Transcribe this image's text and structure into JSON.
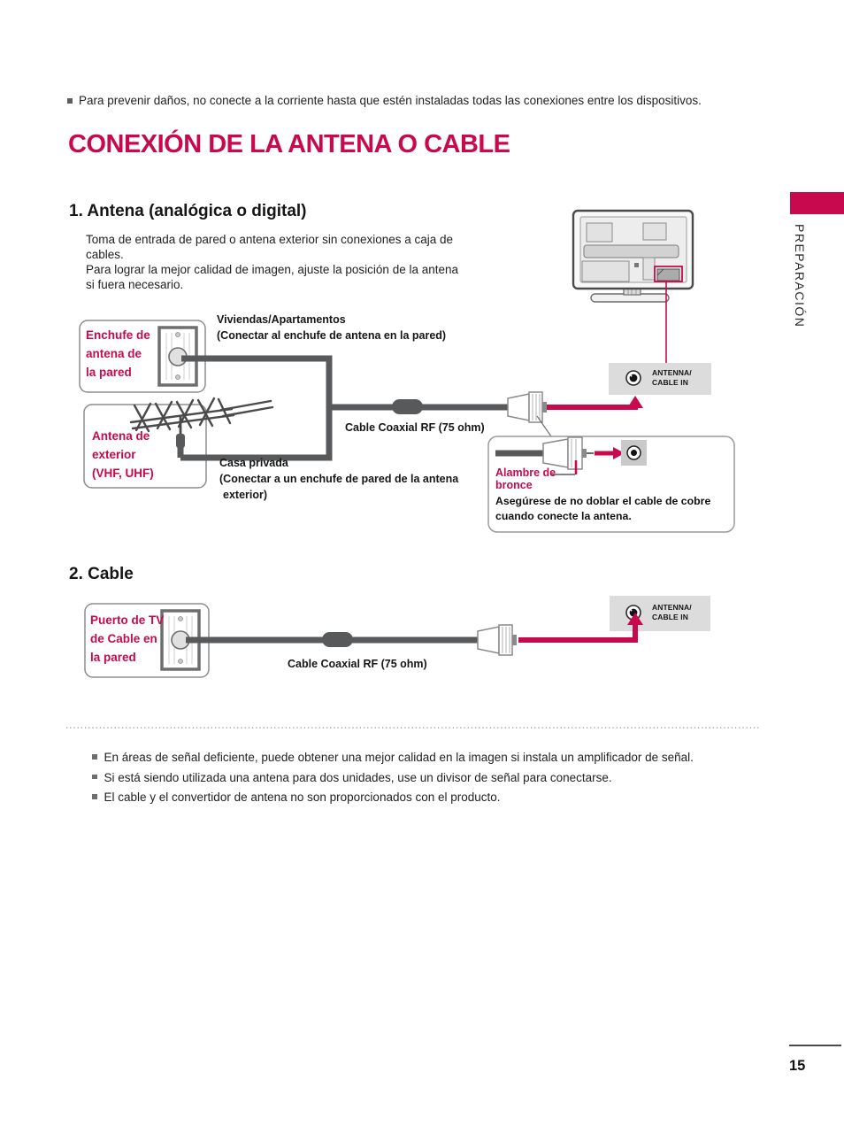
{
  "colors": {
    "accent": "#C8094D",
    "cable_gray": "#58595B",
    "panel_gray": "#DCDCDC"
  },
  "header": {
    "warning": "Para prevenir daños, no conecte a la corriente hasta que estén instaladas todas las conexiones entre los dispositivos.",
    "title": "CONEXIÓN DE LA ANTENA O CABLE",
    "sidebar_label": "PREPARACIÓN"
  },
  "section1": {
    "heading": "1. Antena (analógica o digital)",
    "paragraph1": "Toma de entrada de pared o antena exterior sin conexiones a caja de cables.",
    "paragraph2": "Para lograr la mejor calidad de imagen, ajuste la posición de la antena si fuera necesario.",
    "wall_outlet_label_lines": [
      "Enchufe de",
      "antena de",
      "la pared"
    ],
    "antenna_label_lines": [
      "Antena de",
      "exterior",
      "(VHF, UHF)"
    ],
    "apartments_title": "Viviendas/Apartamentos",
    "apartments_subtitle": "(Conectar al enchufe de antena en la pared)",
    "house_title": "Casa privada",
    "house_subtitle_lines": [
      "(Conectar a un enchufe de pared de la antena",
      "exterior)"
    ],
    "coax_label": "Cable Coaxial RF (75 ohm)",
    "jack_label_lines": [
      "ANTENNA/",
      "CABLE IN"
    ],
    "callout": {
      "wire_label_lines": [
        "Alambre de",
        "bronce"
      ],
      "note_lines": [
        "Asegúrese de no doblar el cable de cobre",
        "cuando conecte la antena."
      ]
    }
  },
  "section2": {
    "heading": "2. Cable",
    "port_label_lines": [
      "Puerto de TV",
      "de Cable en",
      "la pared"
    ],
    "coax_label": "Cable Coaxial RF (75 ohm)",
    "jack_label_lines": [
      "ANTENNA/",
      "CABLE IN"
    ]
  },
  "notes": [
    "En áreas de señal deficiente, puede obtener una mejor calidad en la imagen si instala un amplificador de señal.",
    "Si está siendo utilizada una antena para dos unidades, use un divisor de señal para conectarse.",
    "El cable y el convertidor de antena no son proporcionados con el producto."
  ],
  "footer": {
    "page_number": "15"
  }
}
